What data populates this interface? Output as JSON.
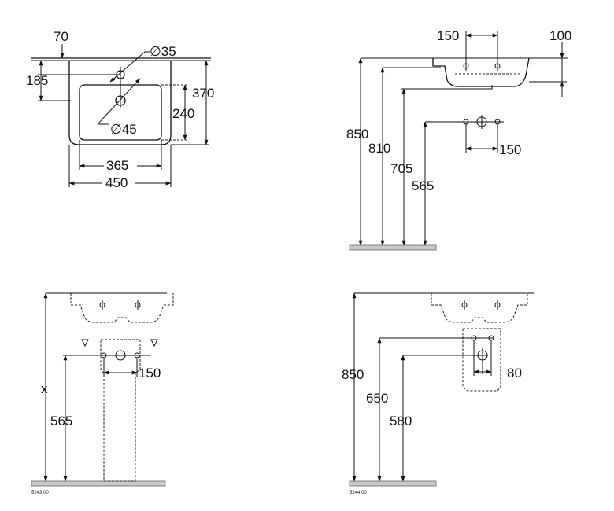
{
  "top_view": {
    "dim_70": "70",
    "dim_diam35": "∅35",
    "dim_185": "185",
    "dim_370": "370",
    "dim_240": "240",
    "dim_diam45": "∅45",
    "dim_365": "365",
    "dim_450": "450"
  },
  "side_view": {
    "dim_150_top": "150",
    "dim_100": "100",
    "dim_850": "850",
    "dim_810": "810",
    "dim_705": "705",
    "dim_565": "565",
    "dim_150_wall": "150"
  },
  "front_left": {
    "dim_x": "x",
    "dim_565": "565",
    "dim_150": "150",
    "code": "5243 00"
  },
  "front_right": {
    "dim_850": "850",
    "dim_650": "650",
    "dim_580": "580",
    "dim_80": "80",
    "code": "5244 00"
  }
}
